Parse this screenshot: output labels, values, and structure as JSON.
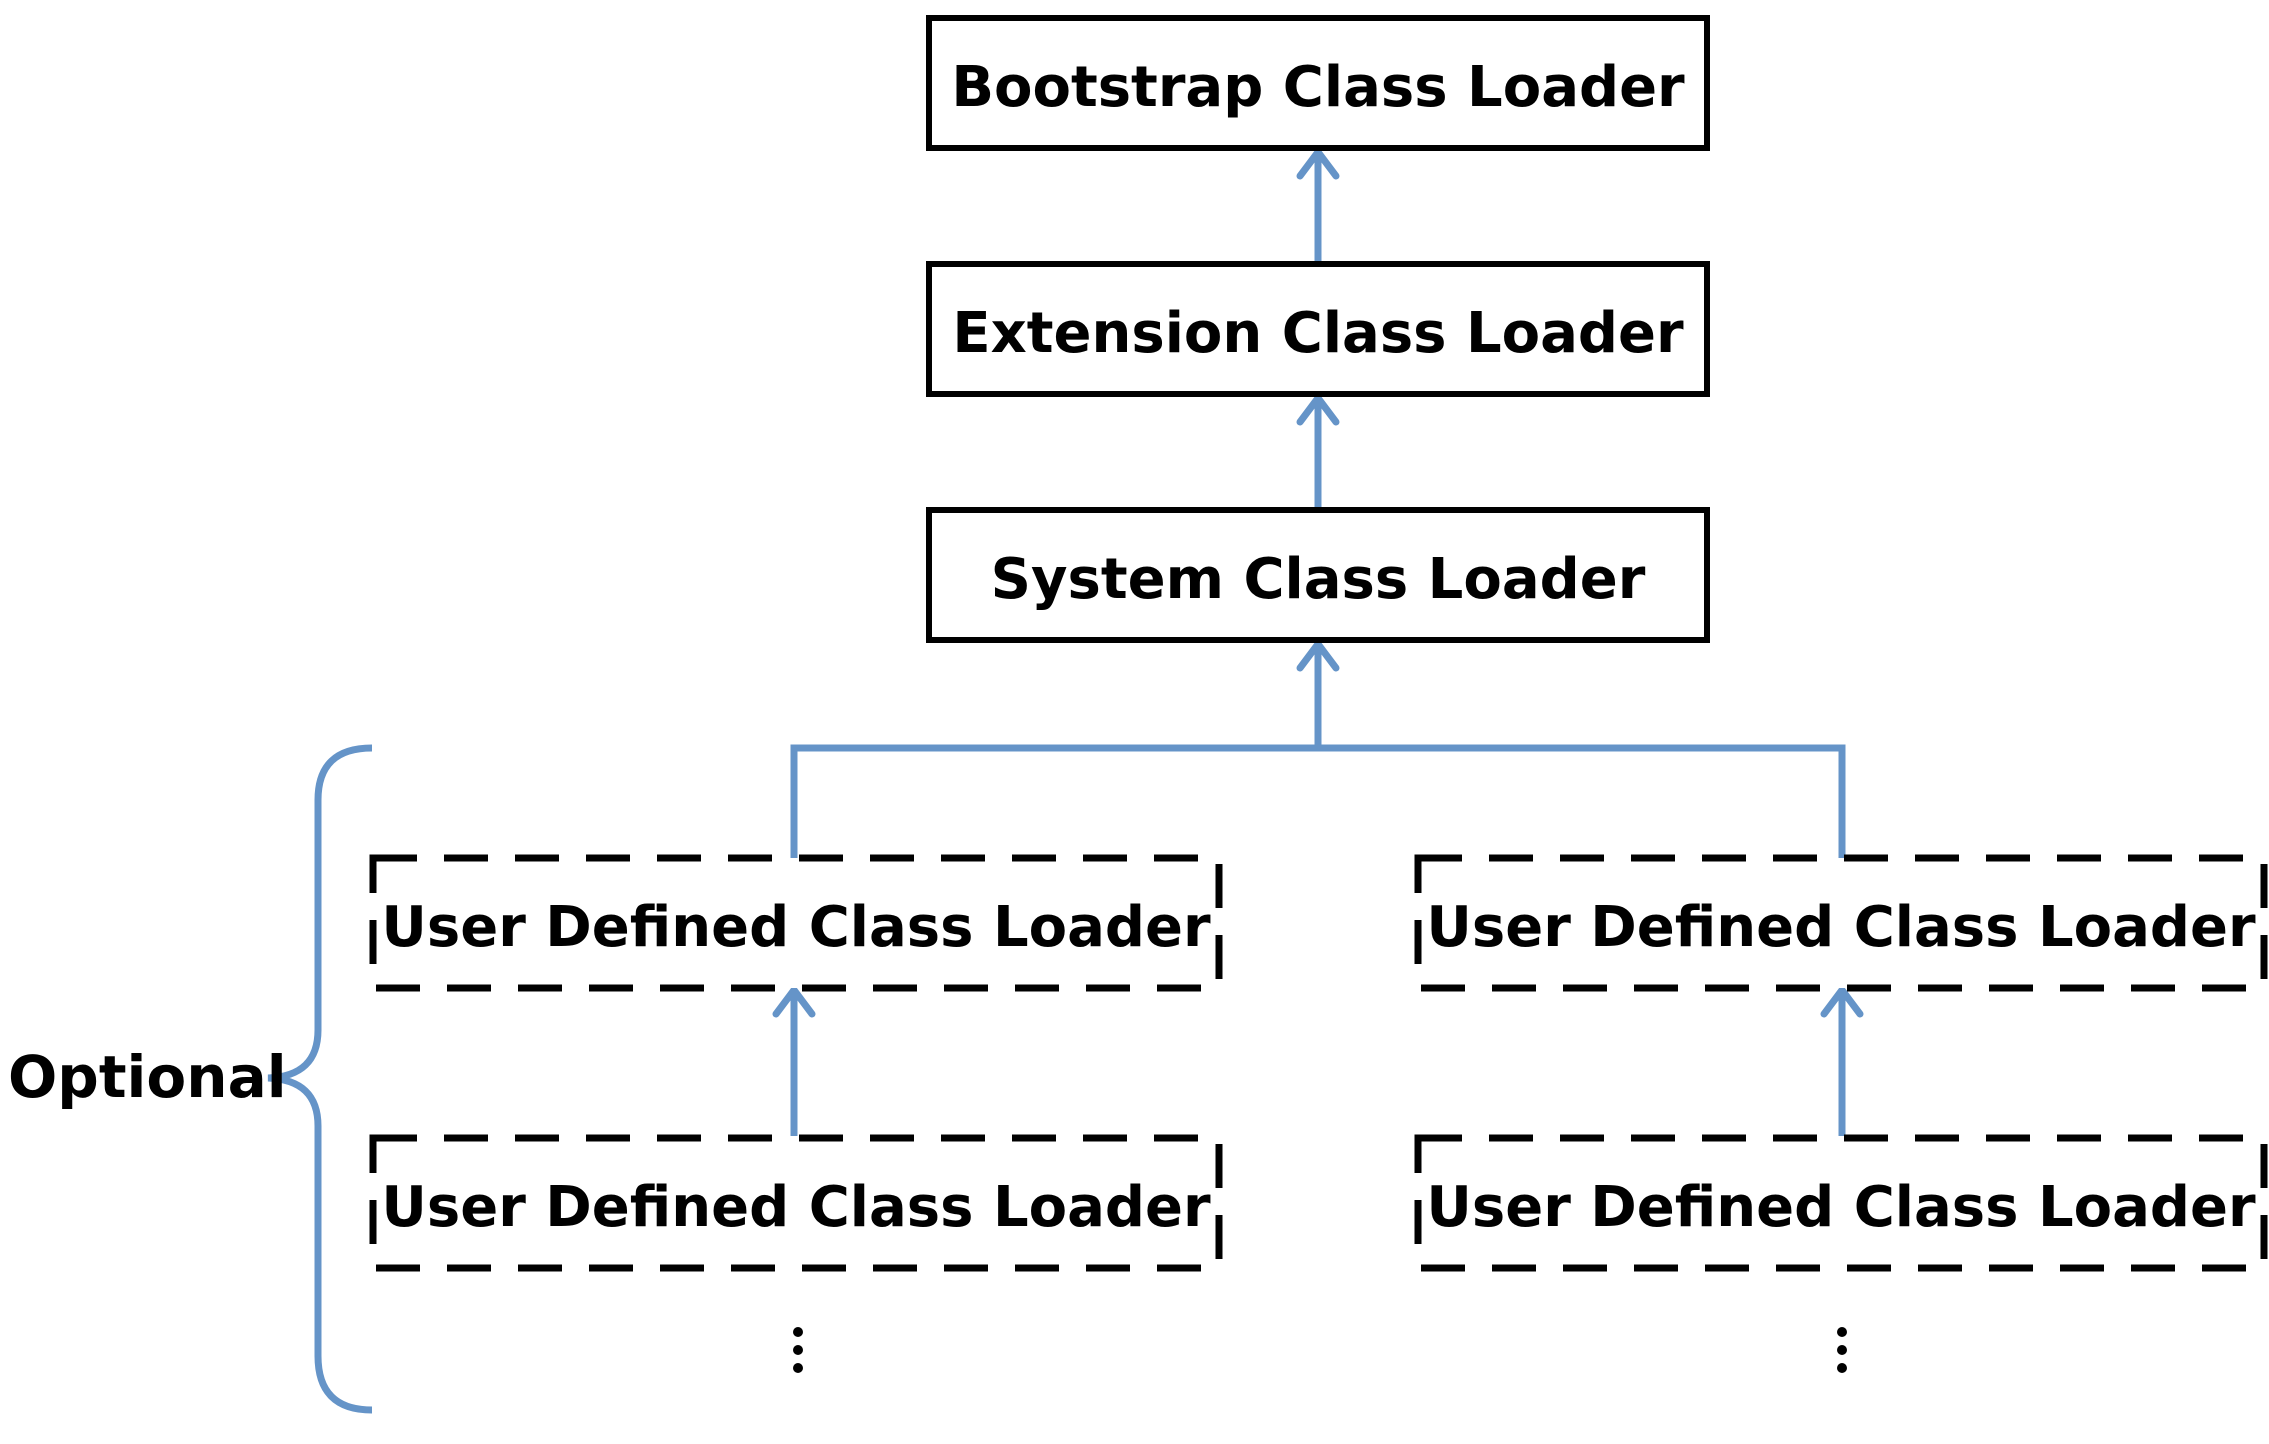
{
  "diagram": {
    "colors": {
      "connector": "#6594c8",
      "box_border": "#000000",
      "text": "#000000"
    },
    "nodes": {
      "bootstrap": "Bootstrap Class Loader",
      "extension": "Extension Class Loader",
      "system": "System Class Loader",
      "user_left_top": "User Defined Class Loader",
      "user_left_bottom": "User Defined Class Loader",
      "user_right_top": "User Defined Class Loader",
      "user_right_bottom": "User Defined Class Loader"
    },
    "optional_label": "Optional",
    "continuation_marker": "⋮"
  }
}
